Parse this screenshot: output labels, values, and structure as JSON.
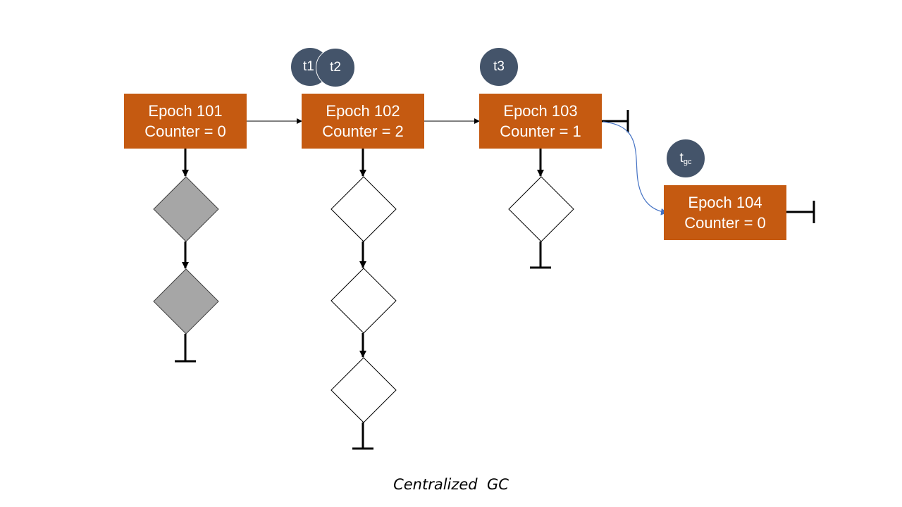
{
  "epochs": [
    {
      "title": "Epoch 101",
      "counter": "Counter = 0"
    },
    {
      "title": "Epoch 102",
      "counter": "Counter = 2"
    },
    {
      "title": "Epoch 103",
      "counter": "Counter = 1"
    },
    {
      "title": "Epoch 104",
      "counter": "Counter = 0"
    }
  ],
  "threads": {
    "t1": "t1",
    "t2": "t2",
    "t3": "t3",
    "tgc_main": "t",
    "tgc_sub": "gc"
  },
  "caption": "Centralized  GC",
  "colors": {
    "epoch_fill": "#c55a11",
    "thread_fill": "#44546a",
    "reclaimed_node_fill": "#a6a6a6",
    "live_node_fill": "#ffffff",
    "gc_arrow": "#4472c4"
  }
}
